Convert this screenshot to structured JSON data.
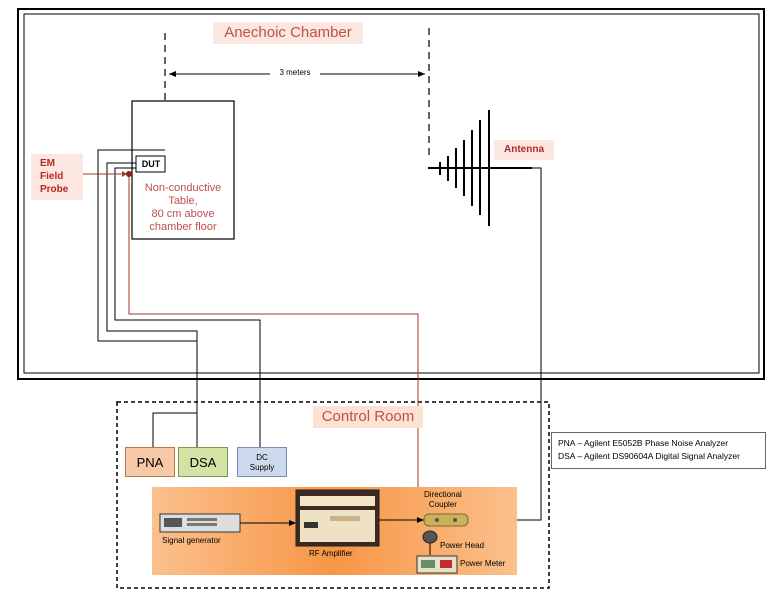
{
  "labels": {
    "anechoic_chamber": "Anechoic Chamber",
    "distance": "3 meters",
    "em_probe_line1": "EM",
    "em_probe_line2": "Field",
    "em_probe_line3": "Probe",
    "dut": "DUT",
    "table_line1": "Non-conductive",
    "table_line2": "Table,",
    "table_line3": "80 cm above",
    "table_line4": "chamber floor",
    "antenna": "Antenna",
    "control_room": "Control Room",
    "pna": "PNA",
    "dsa": "DSA",
    "dc_supply_line1": "DC",
    "dc_supply_line2": "Supply",
    "signal_generator": "Signal generator",
    "rf_amplifier": "RF Amplifier",
    "directional_coupler_line1": "Directional",
    "directional_coupler_line2": "Coupler",
    "power_head": "Power Head",
    "power_meter": "Power Meter"
  },
  "legend": {
    "pna": "PNA – Agilent E5052B Phase Noise Analyzer",
    "dsa": "DSA – Agilent DS90604A Digital Signal Analyzer"
  },
  "colors": {
    "title_red": "#c0504d",
    "probe_wire": "#9b3a2a",
    "pna_fill": "#f8c9a6",
    "dsa_fill": "#d3e3a6",
    "dc_fill": "#cdd9ec",
    "equipment_band": "#f9a35e"
  }
}
